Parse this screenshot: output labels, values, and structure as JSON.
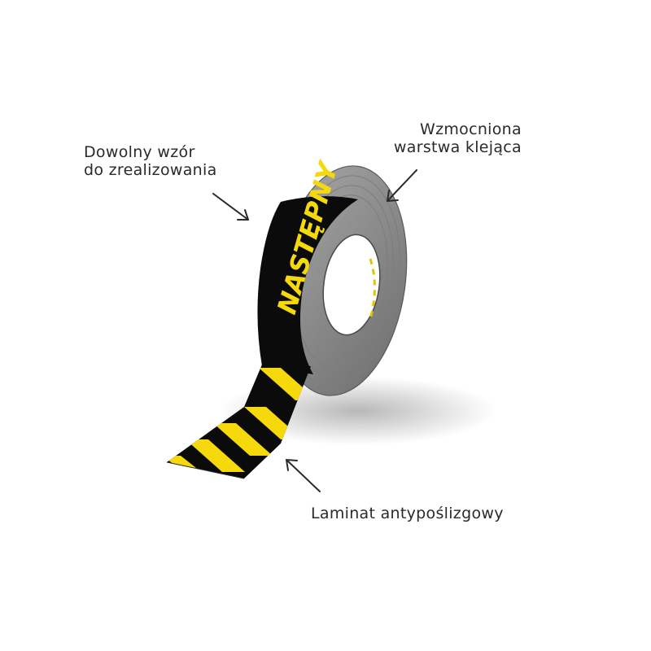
{
  "annotations": {
    "pattern": {
      "line1": "Dowolny wzór",
      "line2": "do zrealizowania"
    },
    "adhesive": {
      "line1": "Wzmocniona",
      "line2": "warstwa klejąca"
    },
    "laminate": {
      "text": "Laminat antypoślizgowy"
    }
  },
  "tape": {
    "printed_text": "NASTĘPNY",
    "colors": {
      "tape_black": "#0b0b0b",
      "tape_yellow": "#f5d90c",
      "adhesive_gray": "#8f8f8f",
      "core_white": "#ffffff"
    }
  }
}
